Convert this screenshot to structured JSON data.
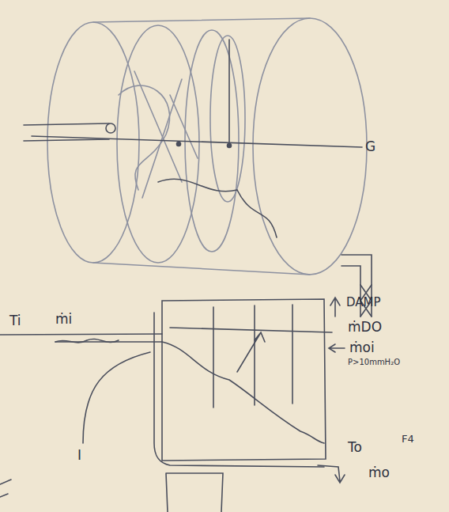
{
  "diagram": {
    "labels": [
      "G",
      "Ti",
      "ṁi",
      "DAMP",
      "ṁDO",
      "ṁoi",
      "P>10mmH₂O",
      "To",
      "ṁo",
      "F4",
      "I"
    ]
  }
}
